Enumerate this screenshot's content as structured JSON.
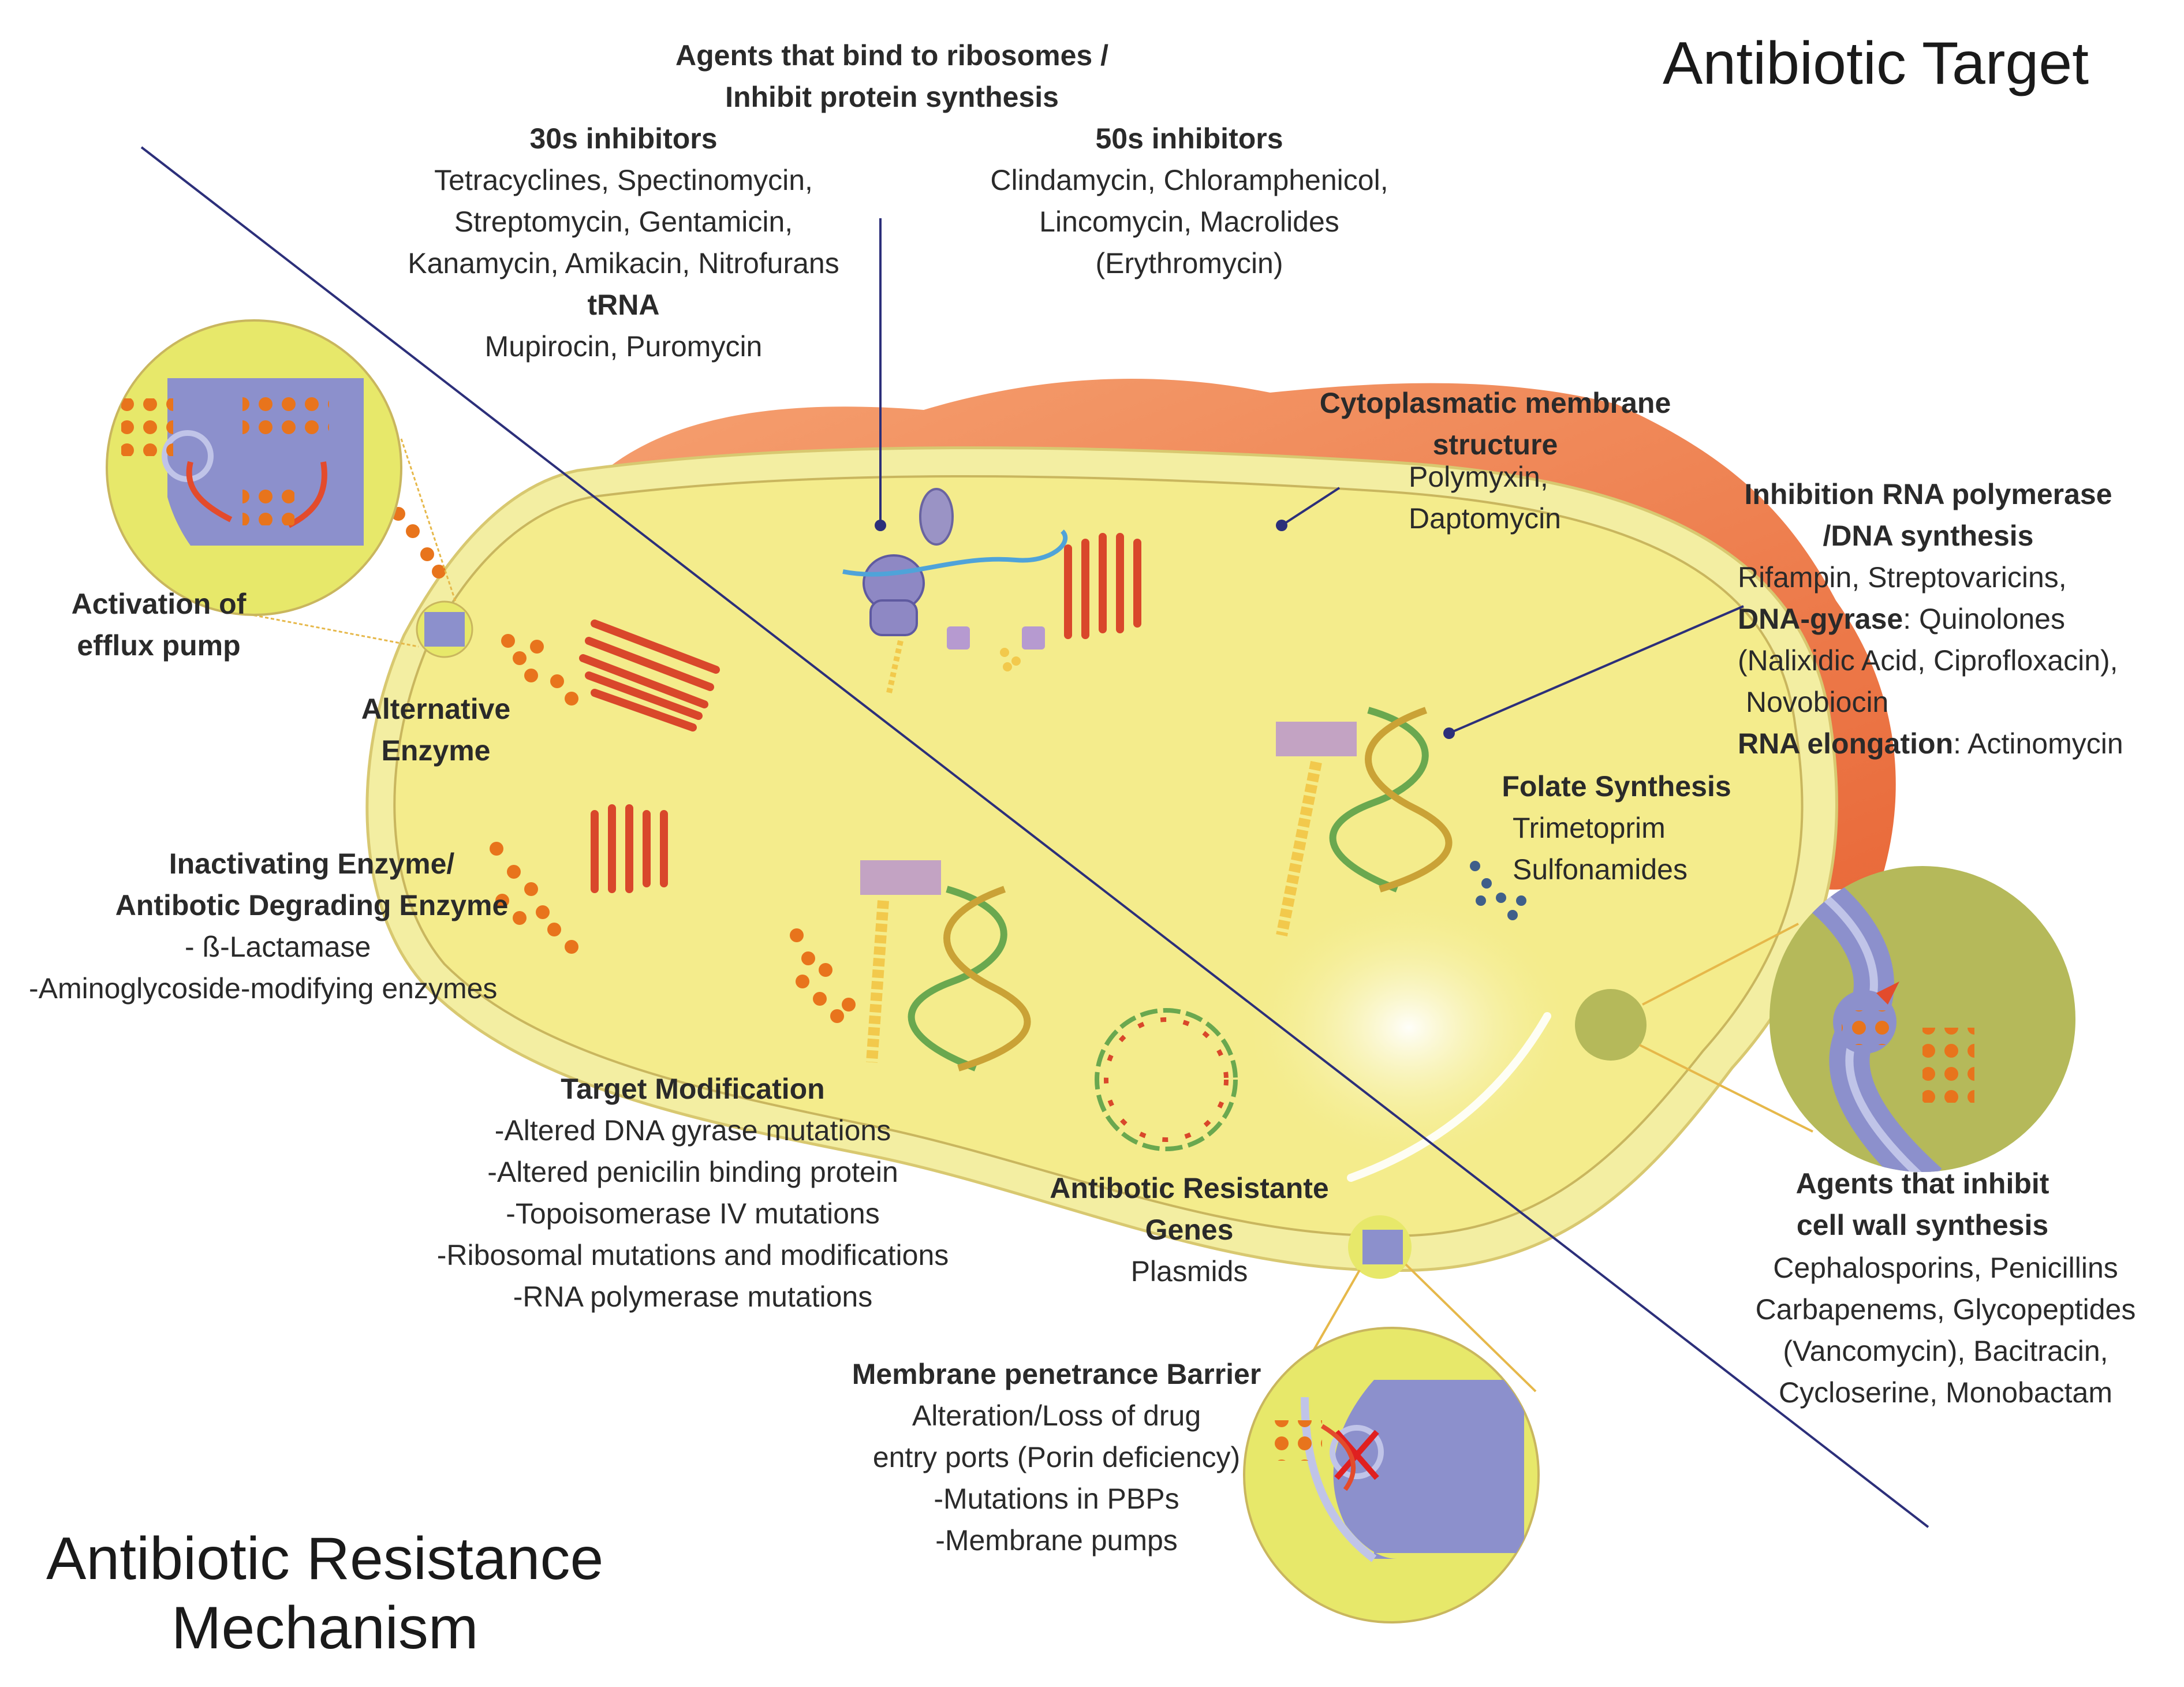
{
  "titles": {
    "target": "Antibiotic Target",
    "resistance": [
      "Antibiotic Resistance",
      "Mechanism"
    ]
  },
  "ribosome": {
    "heading": [
      "Agents that bind to ribosomes /",
      "Inhibit protein synthesis"
    ],
    "s30_title": "30s inhibitors",
    "s30_lines": [
      "Tetracyclines, Spectinomycin,",
      "Streptomycin, Gentamicin,",
      "Kanamycin, Amikacin, Nitrofurans"
    ],
    "trna_title": "tRNA",
    "trna_lines": [
      "Mupirocin, Puromycin"
    ],
    "s50_title": "50s inhibitors",
    "s50_lines": [
      "Clindamycin, Chloramphenicol,",
      "Lincomycin, Macrolides",
      "(Erythromycin)"
    ]
  },
  "membrane": {
    "title": [
      "Cytoplasmatic membrane",
      "structure"
    ],
    "lines": [
      "Polymyxin,",
      "Daptomycin"
    ]
  },
  "rna": {
    "title": [
      "Inhibition RNA polymerase",
      "/DNA synthesis"
    ],
    "line1": "Rifampin, Streptovaricins,",
    "gyrase_label": "DNA-gyrase",
    "gyrase_value": ": Quinolones",
    "line3": "(Nalixidic Acid, Ciprofloxacin),",
    "line4": "Novobiocin",
    "elong_label": "RNA elongation",
    "elong_value": ": Actinomycin"
  },
  "folate": {
    "title": "Folate Synthesis",
    "lines": [
      "Trimetoprim",
      "Sulfonamides"
    ]
  },
  "cellwall": {
    "title": [
      "Agents that inhibit",
      "cell wall synthesis"
    ],
    "lines": [
      "Cephalosporins, Penicillins",
      "Carbapenems, Glycopeptides",
      "(Vancomycin), Bacitracin,",
      "Cycloserine, Monobactam"
    ]
  },
  "efflux": {
    "title": [
      "Activation of",
      "efflux pump"
    ]
  },
  "alt_enzyme": {
    "title": [
      "Alternative",
      "Enzyme"
    ]
  },
  "inactivating": {
    "title": [
      "Inactivating Enzyme/",
      "Antibotic Degrading Enzyme"
    ],
    "lines": [
      "-  ß-Lactamase",
      "-Aminoglycoside-modifying enzymes"
    ]
  },
  "target_mod": {
    "title": "Target Modification",
    "lines": [
      "-Altered DNA gyrase mutations",
      "-Altered penicilin binding protein",
      "-Topoisomerase IV mutations",
      "-Ribosomal mutations and modifications",
      "-RNA polymerase mutations"
    ]
  },
  "genes": {
    "title": [
      "Antibotic Resistante",
      "Genes"
    ],
    "lines": [
      "Plasmids"
    ]
  },
  "barrier": {
    "title": "Membrane penetrance Barrier",
    "lines": [
      "Alteration/Loss of drug",
      "entry ports (Porin deficiency)",
      "-Mutations in PBPs",
      "-Membrane pumps"
    ]
  },
  "colors": {
    "cell_fill": "#f4ec8c",
    "cell_outer": "#f1ee9c",
    "wall": "#f2875a",
    "membrane_blue": "#8c90cc",
    "dna_green": "#6aa84f",
    "protein_red": "#d9472b",
    "drug_orange": "#e8741c",
    "diag_line": "#2c2f7a",
    "circle_yellow": "#e7e86a",
    "circle_olive": "#b5b95a"
  },
  "icons": [
    "ribosome-icon",
    "protein-sheet-icon",
    "dna-helix-icon",
    "plasmid-icon",
    "efflux-pump-icon",
    "porin-icon",
    "drug-molecule-icon"
  ]
}
